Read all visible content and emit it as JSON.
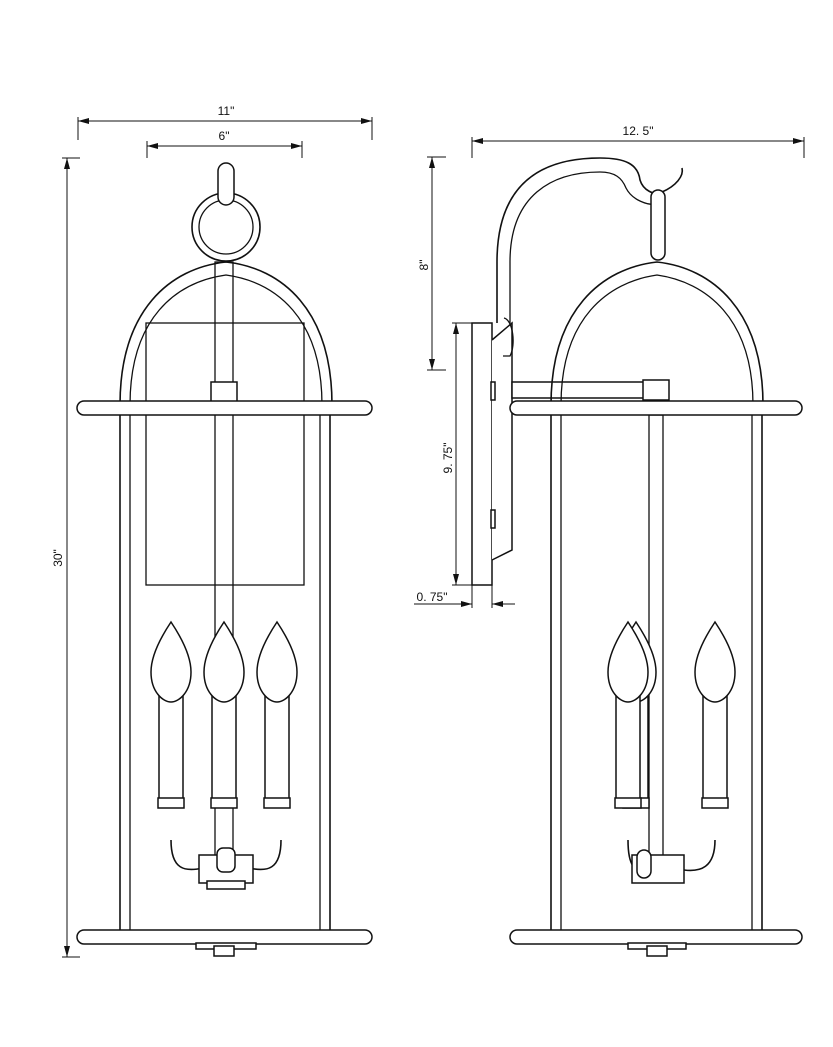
{
  "dimensions": {
    "front_width": "11\"",
    "front_top_width": "6\"",
    "front_height": "30\"",
    "side_width": "12. 5\"",
    "side_arm_height": "8\"",
    "backplate_height": "9. 75\"",
    "backplate_depth": "0. 75\""
  },
  "colors": {
    "line": "#111111",
    "background": "#ffffff"
  }
}
